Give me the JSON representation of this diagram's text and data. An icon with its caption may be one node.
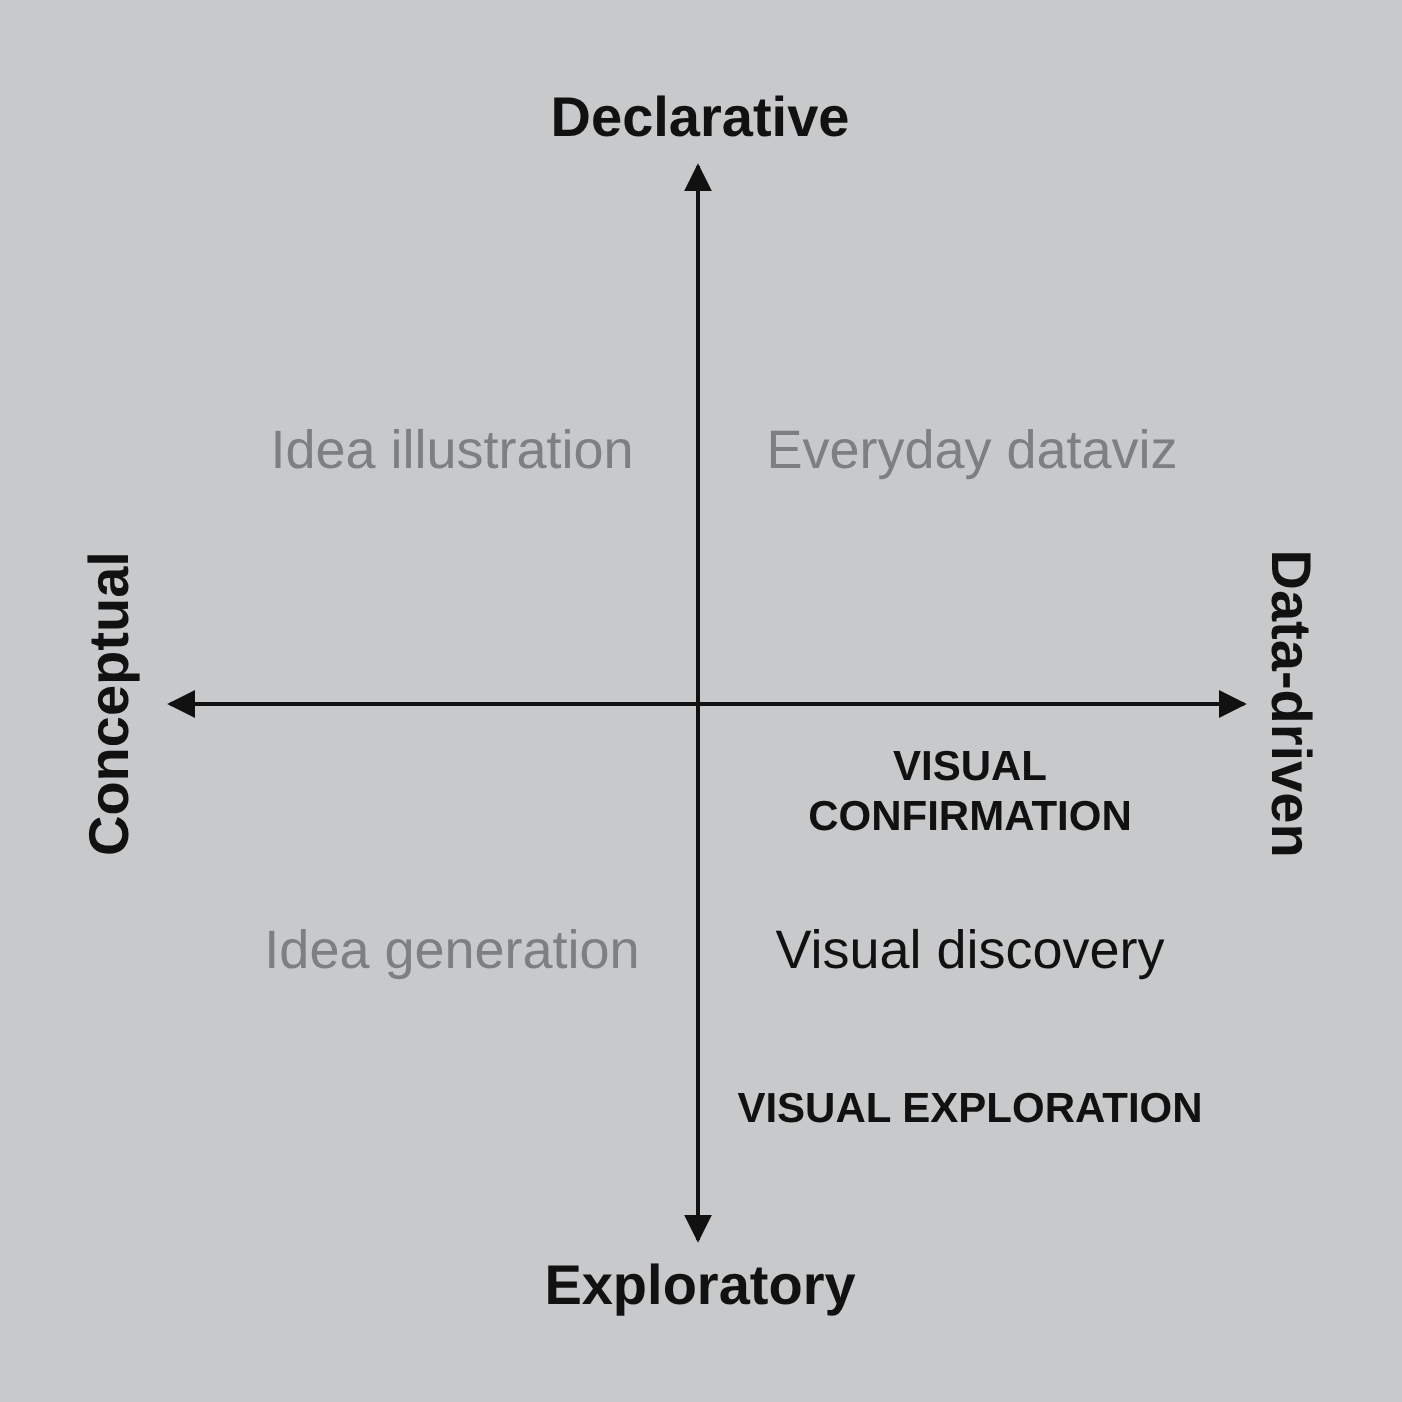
{
  "diagram": {
    "labels": [
      "Declarative",
      "Idea illustration",
      "Everyday dataviz",
      "Conceptual",
      "Data-driven",
      "VISUAL CONFIRMATION",
      "Idea generation",
      "Visual discovery",
      "VISUAL EXPLORATION",
      "Exploratory"
    ]
  }
}
